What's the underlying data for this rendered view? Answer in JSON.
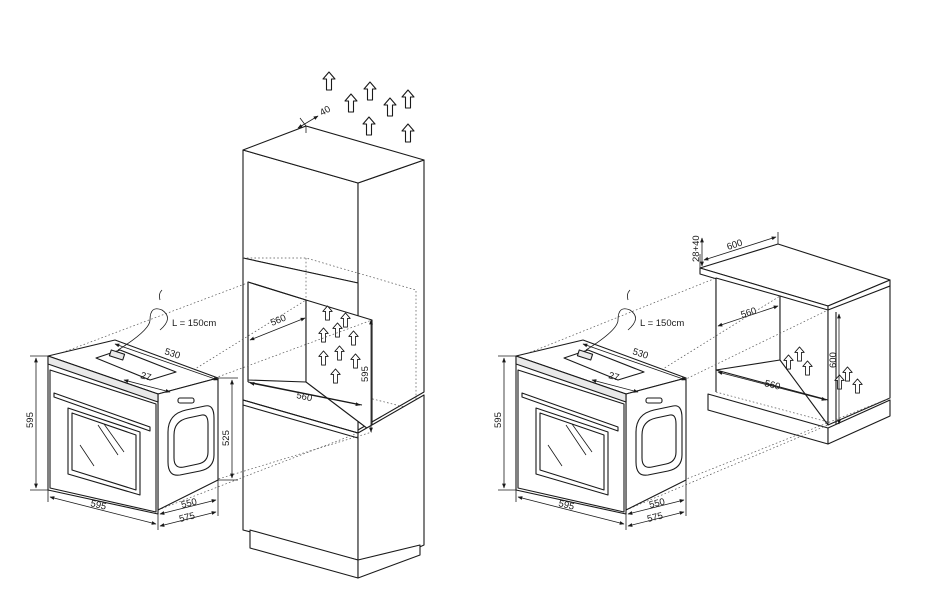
{
  "tall_unit_installation": {
    "cable_label": "L = 150cm",
    "dims": {
      "vent_gap": "40",
      "niche_width": "560",
      "niche_depth": "560",
      "niche_height": "595",
      "oven_depth": "530",
      "panel_offset": "27",
      "oven_height": "595",
      "body_height": "525",
      "oven_width": "595",
      "body_depth": "550",
      "total_depth": "575"
    }
  },
  "under_counter_installation": {
    "cable_label": "L = 150cm",
    "dims": {
      "top_gap": "28+40",
      "cabinet_depth": "600",
      "niche_width": "560",
      "niche_depth": "560",
      "niche_height": "600",
      "oven_depth": "530",
      "panel_offset": "27",
      "oven_height": "595",
      "oven_width": "595",
      "body_depth": "550",
      "total_depth": "575"
    }
  },
  "icons": {
    "airflow": "up-arrow-icon",
    "cable": "power-cable-icon"
  }
}
